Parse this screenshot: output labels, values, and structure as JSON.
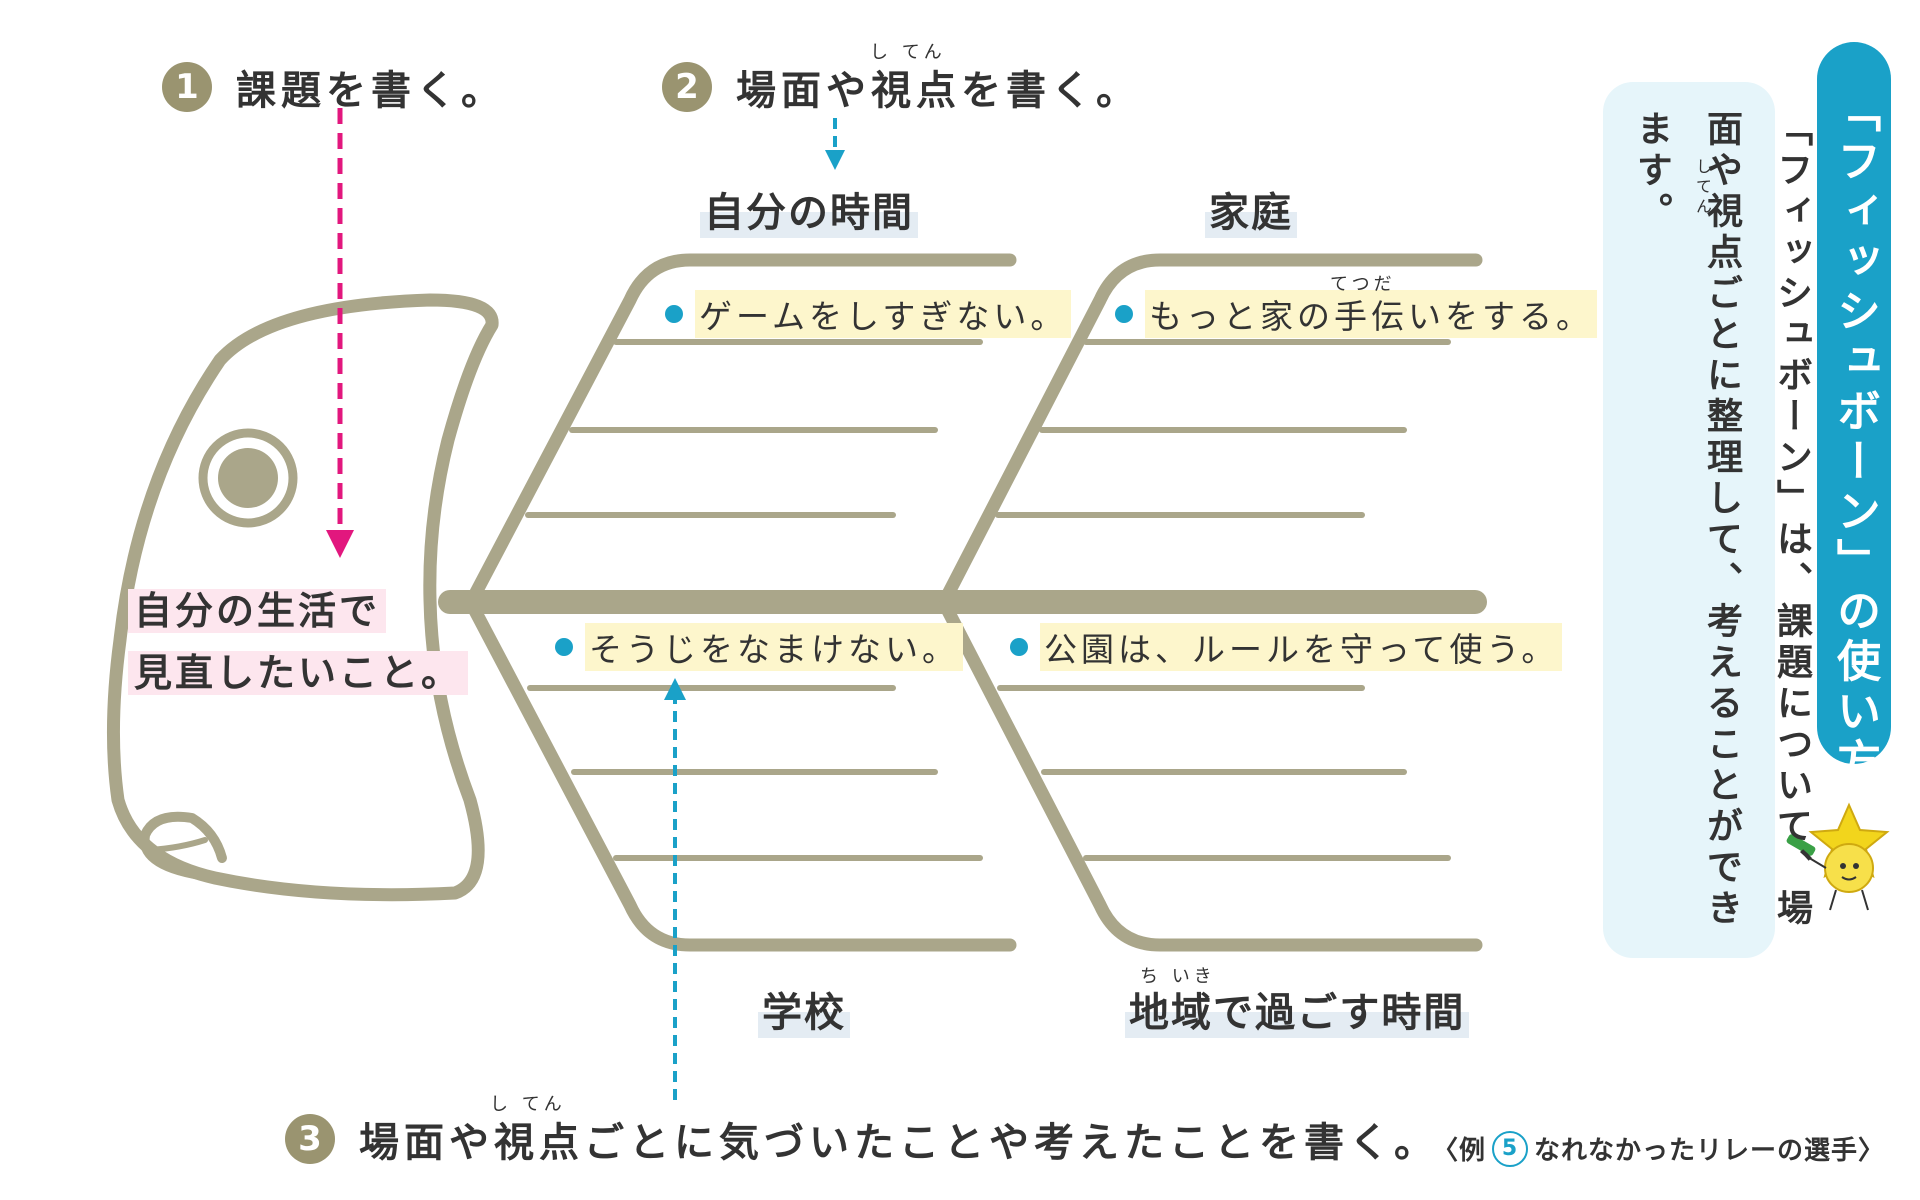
{
  "steps": [
    {
      "num": "1",
      "text": "課題を書く。"
    },
    {
      "num": "2",
      "text": "場面や視点を書く。",
      "ruby": "し てん"
    },
    {
      "num": "3",
      "text": "場面や視点ごとに気づいたことや考えたことを書く。",
      "ruby": "し てん"
    }
  ],
  "head": {
    "line1": "自分の生活で",
    "line2": "見直したいこと。"
  },
  "categories": {
    "top_left": "自分の時間",
    "top_right": "家庭",
    "bottom_left": "学校",
    "bottom_right": "地域で過ごす時間",
    "bottom_right_ruby": "ち いき"
  },
  "items": {
    "top_left": "ゲームをしすぎない。",
    "top_right": "もっと家の手伝いをする。",
    "top_right_ruby": "てつだ",
    "bottom_left": "そうじをなまけない。",
    "bottom_right": "公園は、ルールを守って使う。"
  },
  "sidebar": {
    "title": "「フィッシュボーン」の使い方",
    "description": "「フィッシュボーン」は、課題について、場面や視点ごとに整理して、考えることができます。",
    "description_ruby": "してん"
  },
  "example": {
    "prefix": "〈例",
    "num": "5",
    "text": "なれなかったリレーの選手〉"
  },
  "colors": {
    "bone": "#aaa68a",
    "step_circle": "#9a9470",
    "pink_arrow": "#e2177e",
    "blue_arrow": "#1aa1c8",
    "accent": "#1aa1c8",
    "item_highlight": "#fdf6cc",
    "head_highlight": "#fde6ee",
    "category_highlight": "#e4ecf3"
  }
}
